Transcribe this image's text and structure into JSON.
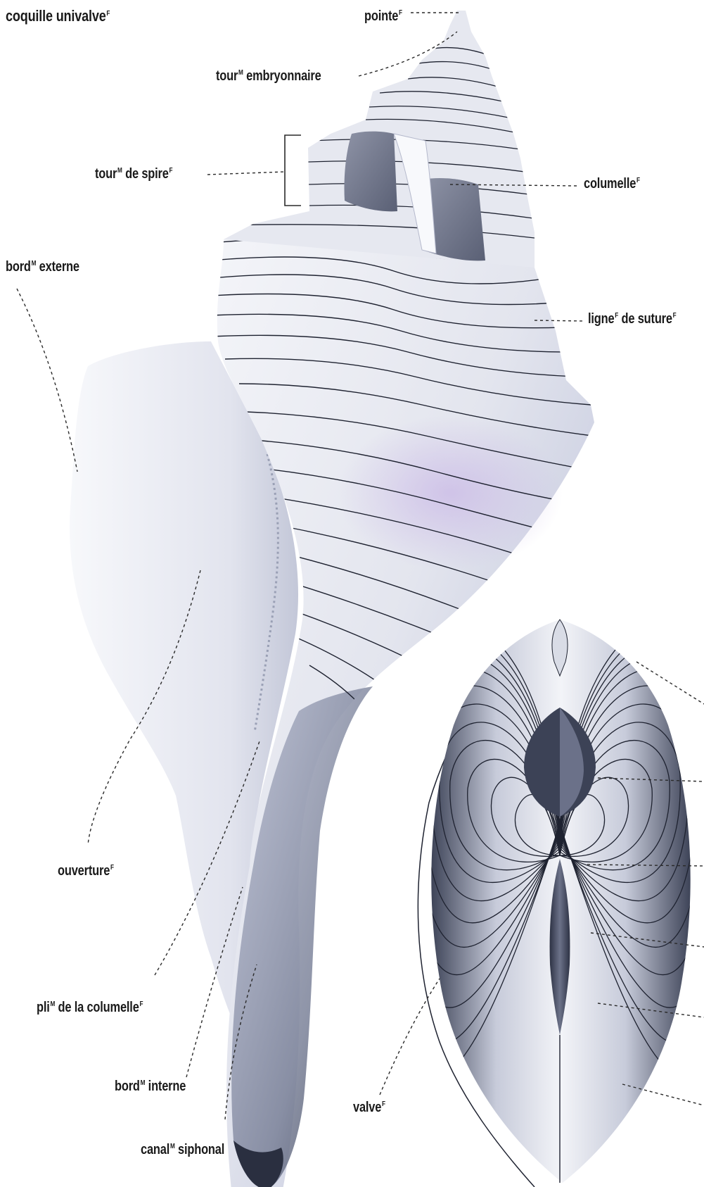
{
  "title": "coquille univalve",
  "title_gender": "F",
  "labels": {
    "pointe": {
      "text": "pointe",
      "gender": "F"
    },
    "tour_embryonnaire": {
      "text": "tour",
      "gender": "M",
      "suffix": " embryonnaire"
    },
    "tour_de_spire": {
      "text": "tour",
      "gender": "M",
      "mid": " de spire",
      "gender2": "F"
    },
    "columelle": {
      "text": "columelle",
      "gender": "F"
    },
    "bord_externe": {
      "text": "bord",
      "gender": "M",
      "suffix": " externe"
    },
    "ligne_de_suture": {
      "text": "ligne",
      "gender": "F",
      "mid": " de suture",
      "gender2": "F"
    },
    "ouverture": {
      "text": "ouverture",
      "gender": "F"
    },
    "pli_columelle": {
      "text": "pli",
      "gender": "M",
      "mid": " de la columelle",
      "gender2": "F"
    },
    "bord_interne": {
      "text": "bord",
      "gender": "M",
      "suffix": " interne"
    },
    "valve": {
      "text": "valve",
      "gender": "F"
    },
    "canal_siphonal": {
      "text": "canal",
      "gender": "M",
      "suffix": " siphonal"
    }
  },
  "colors": {
    "shell_light": "#eef0f6",
    "shell_mid": "#c4c8d8",
    "shell_dark": "#3c4256",
    "accent_violet": "#c9b8e6",
    "leader": "#2a2a2a"
  }
}
